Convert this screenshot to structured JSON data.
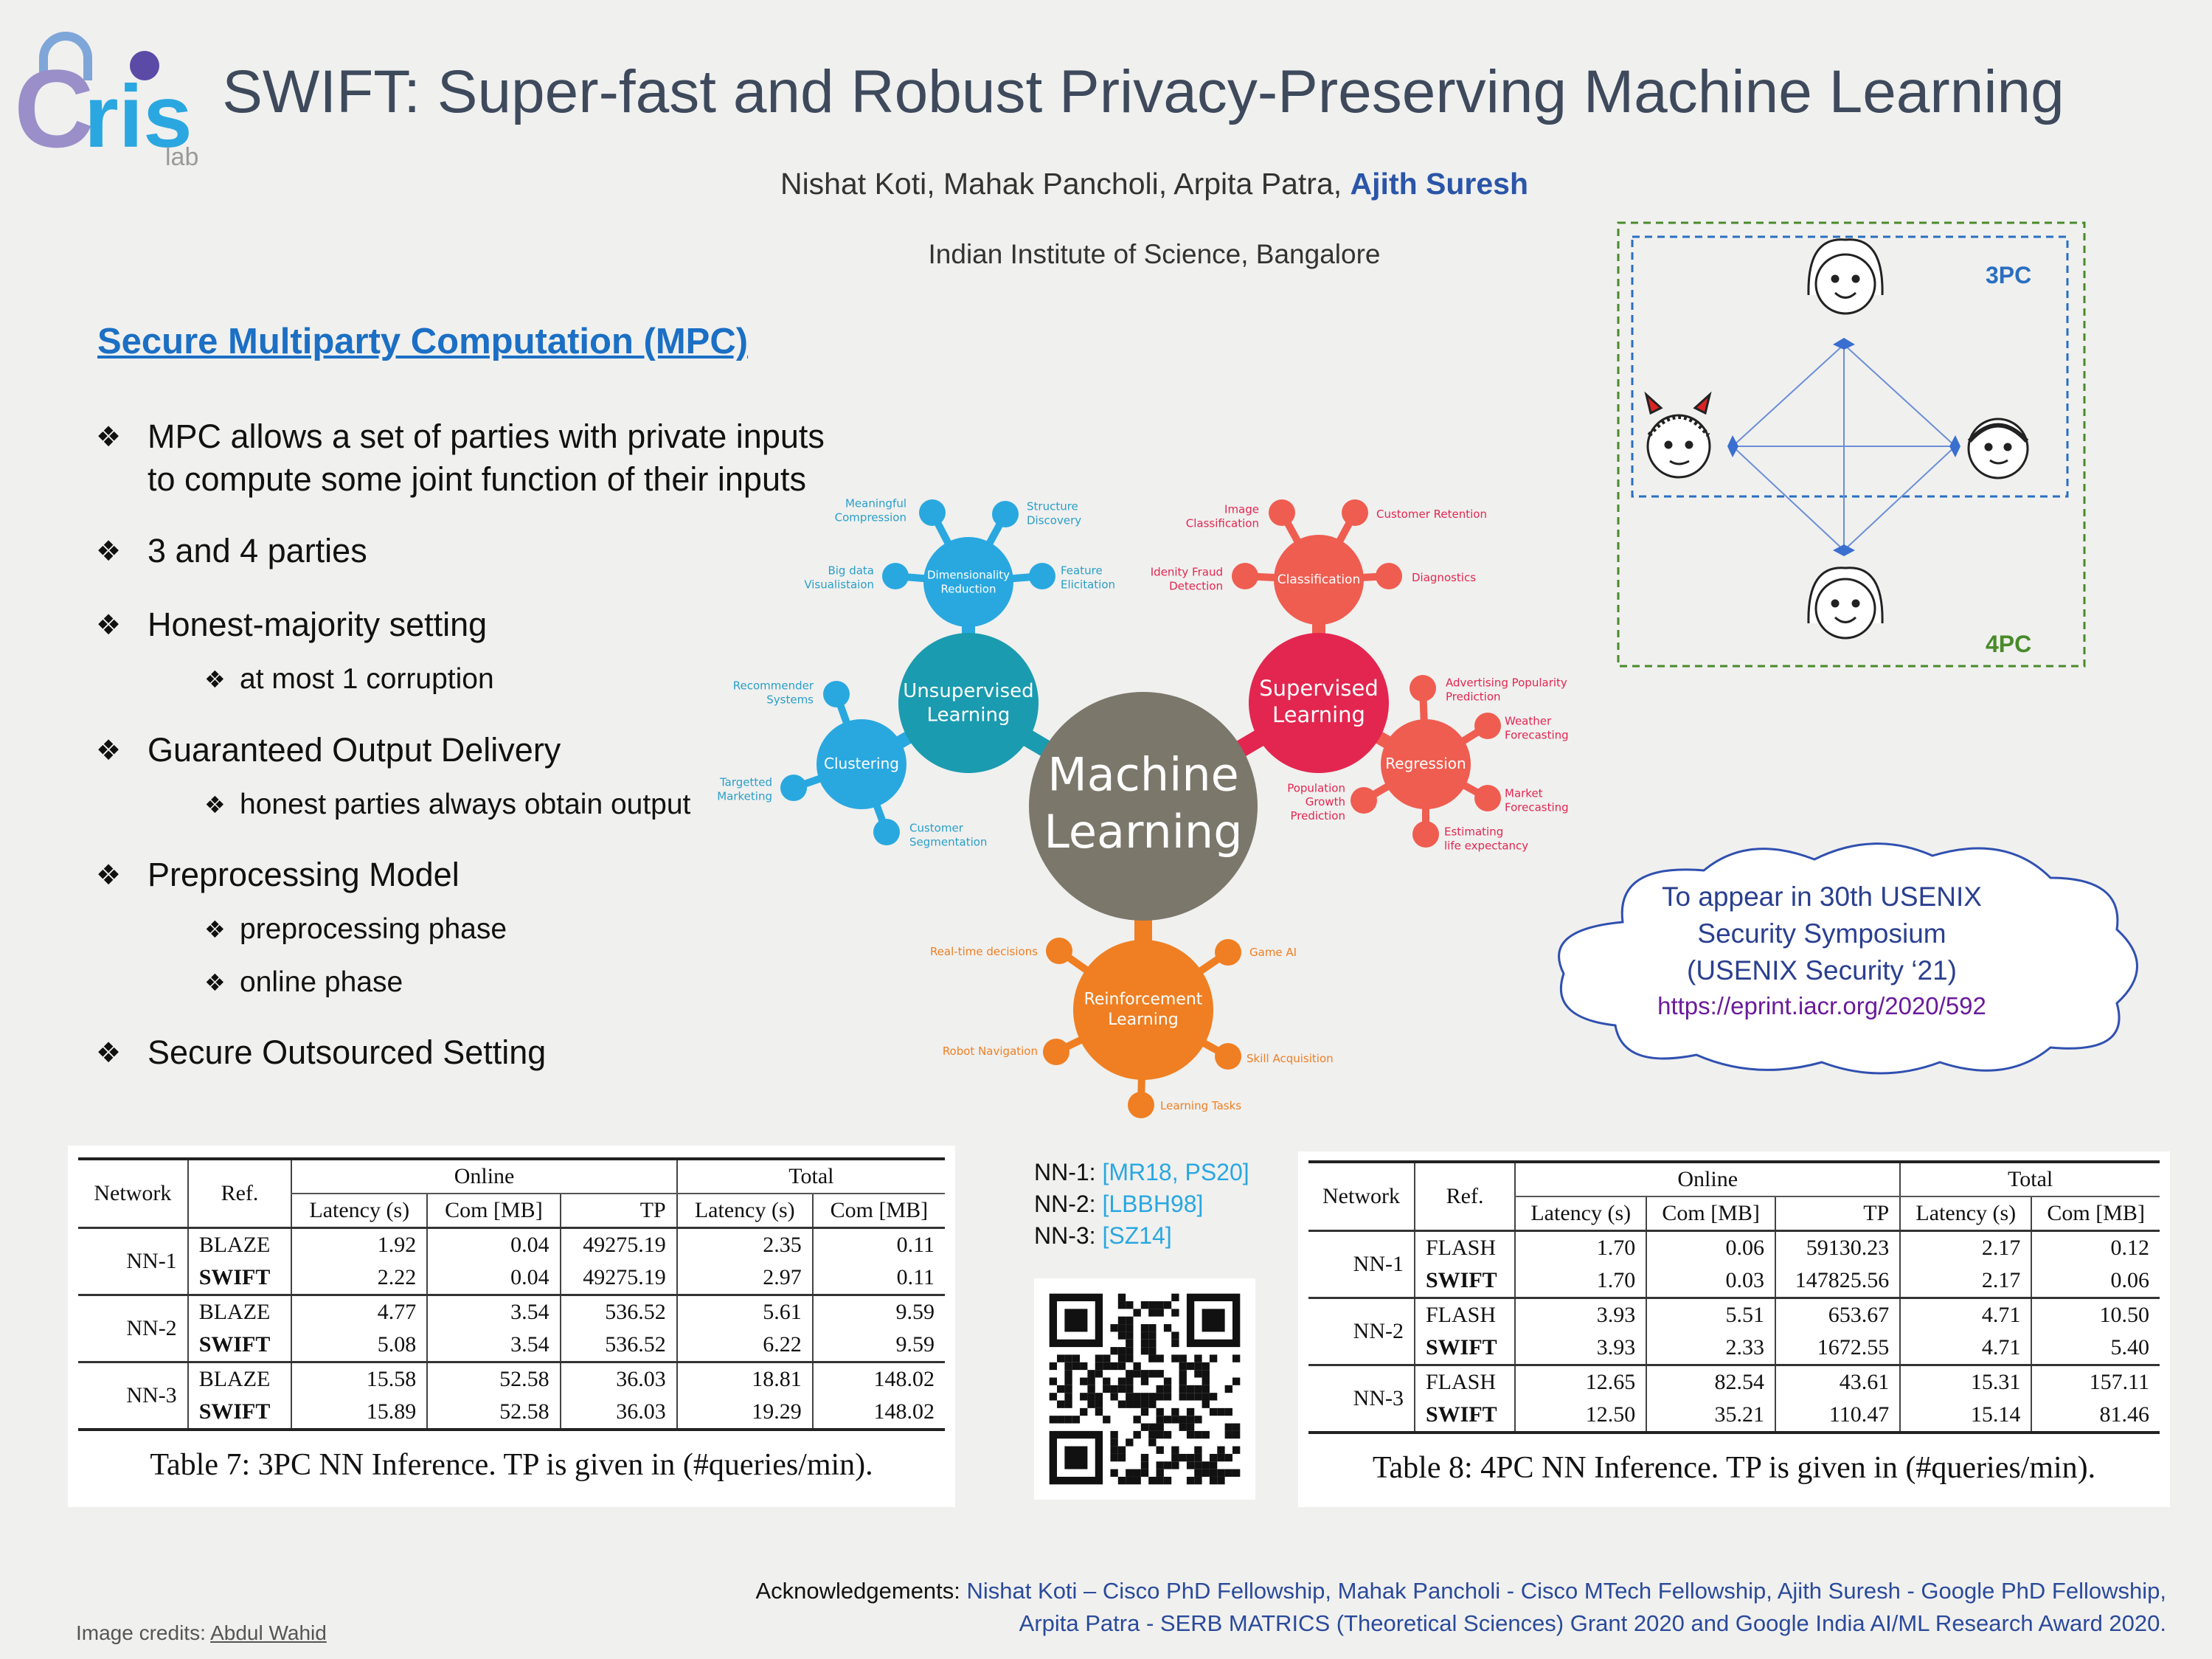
{
  "title": "SWIFT: Super-fast and Robust Privacy-Preserving Machine Learning",
  "authors": {
    "plain": "Nishat Koti, Mahak Pancholi, Arpita Patra,",
    "highlight": "Ajith Suresh"
  },
  "affiliation": "Indian Institute of Science, Bangalore",
  "logo": {
    "text": "Cris",
    "sub": "lab"
  },
  "mpc": {
    "heading": "Secure Multiparty Computation (MPC)",
    "bullets": [
      {
        "text": "MPC allows a set of parties with private inputs",
        "text2": "to compute some joint function of their inputs"
      },
      {
        "text": "3 and 4 parties"
      },
      {
        "text": "Honest-majority setting",
        "sub": [
          "at most 1 corruption"
        ]
      },
      {
        "text": "Guaranteed Output Delivery",
        "sub": [
          "honest parties always obtain output"
        ]
      },
      {
        "text": "Preprocessing Model",
        "sub": [
          "preprocessing phase",
          "online phase"
        ]
      },
      {
        "text": "Secure Outsourced Setting"
      }
    ]
  },
  "ml_diagram": {
    "center": "Machine\nLearning",
    "unsupervised": {
      "label": "Unsupervised\nLearning",
      "dimensionality_reduction": {
        "label": "Dimensionality\nReduction",
        "leaves": [
          "Meaningful\nCompression",
          "Structure\nDiscovery",
          "Big data\nVisualistaion",
          "Feature\nElicitation"
        ]
      },
      "clustering": {
        "label": "Clustering",
        "leaves": [
          "Recommender\nSystems",
          "Targetted\nMarketing",
          "Customer\nSegmentation"
        ]
      }
    },
    "supervised": {
      "label": "Supervised\nLearning",
      "classification": {
        "label": "Classification",
        "leaves": [
          "Image\nClassification",
          "Customer Retention",
          "Idenity Fraud\nDetection",
          "Diagnostics"
        ]
      },
      "regression": {
        "label": "Regression",
        "leaves": [
          "Advertising Popularity\nPrediction",
          "Weather\nForecasting",
          "Population\nGrowth\nPrediction",
          "Market\nForecasting",
          "Estimating\nlife expectancy"
        ]
      }
    },
    "reinforcement": {
      "label": "Reinforcement\nLearning",
      "leaves": [
        "Real-time decisions",
        "Game AI",
        "Robot Navigation",
        "Skill Acquisition",
        "Learning Tasks"
      ]
    }
  },
  "parties": {
    "label_3pc": "3PC",
    "label_4pc": "4PC"
  },
  "cloud": {
    "lines": [
      "To appear in 30th USENIX",
      "Security Symposium",
      "(USENIX Security ‘21)"
    ],
    "link": "https://eprint.iacr.org/2020/592"
  },
  "nn_refs": [
    {
      "name": "NN-1:",
      "refs": "[MR18, PS20]"
    },
    {
      "name": "NN-2:",
      "refs": "[LBBH98]"
    },
    {
      "name": "NN-3:",
      "refs": "[SZ14]"
    }
  ],
  "tables": [
    {
      "headers": {
        "network": "Network",
        "ref": "Ref.",
        "online": "Online",
        "total": "Total",
        "cols": [
          "Latency (s)",
          "Com [MB]",
          "TP",
          "Latency (s)",
          "Com [MB]"
        ]
      },
      "groups": [
        {
          "network": "NN-1",
          "rows": [
            {
              "ref": "BLAZE",
              "vals": [
                "1.92",
                "0.04",
                "49275.19",
                "2.35",
                "0.11"
              ]
            },
            {
              "ref": "SWIFT",
              "vals": [
                "2.22",
                "0.04",
                "49275.19",
                "2.97",
                "0.11"
              ]
            }
          ]
        },
        {
          "network": "NN-2",
          "rows": [
            {
              "ref": "BLAZE",
              "vals": [
                "4.77",
                "3.54",
                "536.52",
                "5.61",
                "9.59"
              ]
            },
            {
              "ref": "SWIFT",
              "vals": [
                "5.08",
                "3.54",
                "536.52",
                "6.22",
                "9.59"
              ]
            }
          ]
        },
        {
          "network": "NN-3",
          "rows": [
            {
              "ref": "BLAZE",
              "vals": [
                "15.58",
                "52.58",
                "36.03",
                "18.81",
                "148.02"
              ]
            },
            {
              "ref": "SWIFT",
              "vals": [
                "15.89",
                "52.58",
                "36.03",
                "19.29",
                "148.02"
              ]
            }
          ]
        }
      ],
      "caption": "Table 7: 3PC NN Inference. TP is given in (#queries/min)."
    },
    {
      "headers": {
        "network": "Network",
        "ref": "Ref.",
        "online": "Online",
        "total": "Total",
        "cols": [
          "Latency (s)",
          "Com [MB]",
          "TP",
          "Latency (s)",
          "Com [MB]"
        ]
      },
      "groups": [
        {
          "network": "NN-1",
          "rows": [
            {
              "ref": "FLASH",
              "vals": [
                "1.70",
                "0.06",
                "59130.23",
                "2.17",
                "0.12"
              ]
            },
            {
              "ref": "SWIFT",
              "vals": [
                "1.70",
                "0.03",
                "147825.56",
                "2.17",
                "0.06"
              ]
            }
          ]
        },
        {
          "network": "NN-2",
          "rows": [
            {
              "ref": "FLASH",
              "vals": [
                "3.93",
                "5.51",
                "653.67",
                "4.71",
                "10.50"
              ]
            },
            {
              "ref": "SWIFT",
              "vals": [
                "3.93",
                "2.33",
                "1672.55",
                "4.71",
                "5.40"
              ]
            }
          ]
        },
        {
          "network": "NN-3",
          "rows": [
            {
              "ref": "FLASH",
              "vals": [
                "12.65",
                "82.54",
                "43.61",
                "15.31",
                "157.11"
              ]
            },
            {
              "ref": "SWIFT",
              "vals": [
                "12.50",
                "35.21",
                "110.47",
                "15.14",
                "81.46"
              ]
            }
          ]
        }
      ],
      "caption": "Table 8: 4PC NN Inference. TP is given in (#queries/min)."
    }
  ],
  "acknowledgements": {
    "label": "Acknowledgements:",
    "line1": "Nishat Koti – Cisco PhD Fellowship, Mahak Pancholi - Cisco MTech Fellowship, Ajith Suresh - Google PhD Fellowship,",
    "line2": "Arpita Patra - SERB MATRICS (Theoretical Sciences) Grant 2020 and Google India AI/ML Research Award 2020."
  },
  "credits": {
    "label": "Image credits:",
    "name": "Abdul Wahid"
  },
  "colors": {
    "unsupervised": "#1a9bb0",
    "cluster": "#29a8e0",
    "supervised": "#e3264f",
    "classification": "#ef5d50",
    "reinforcement": "#ef7f22",
    "center": "#7b776a"
  }
}
